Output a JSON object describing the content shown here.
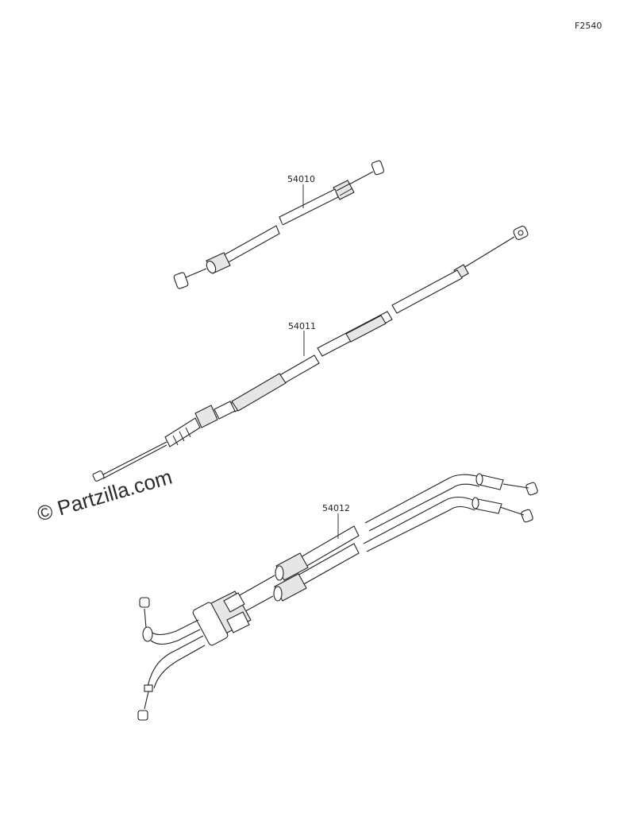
{
  "figure_code": "F2540",
  "watermark": "© Partzilla.com",
  "parts": [
    {
      "label": "54010"
    },
    {
      "label": "54011"
    },
    {
      "label": "54012"
    }
  ]
}
